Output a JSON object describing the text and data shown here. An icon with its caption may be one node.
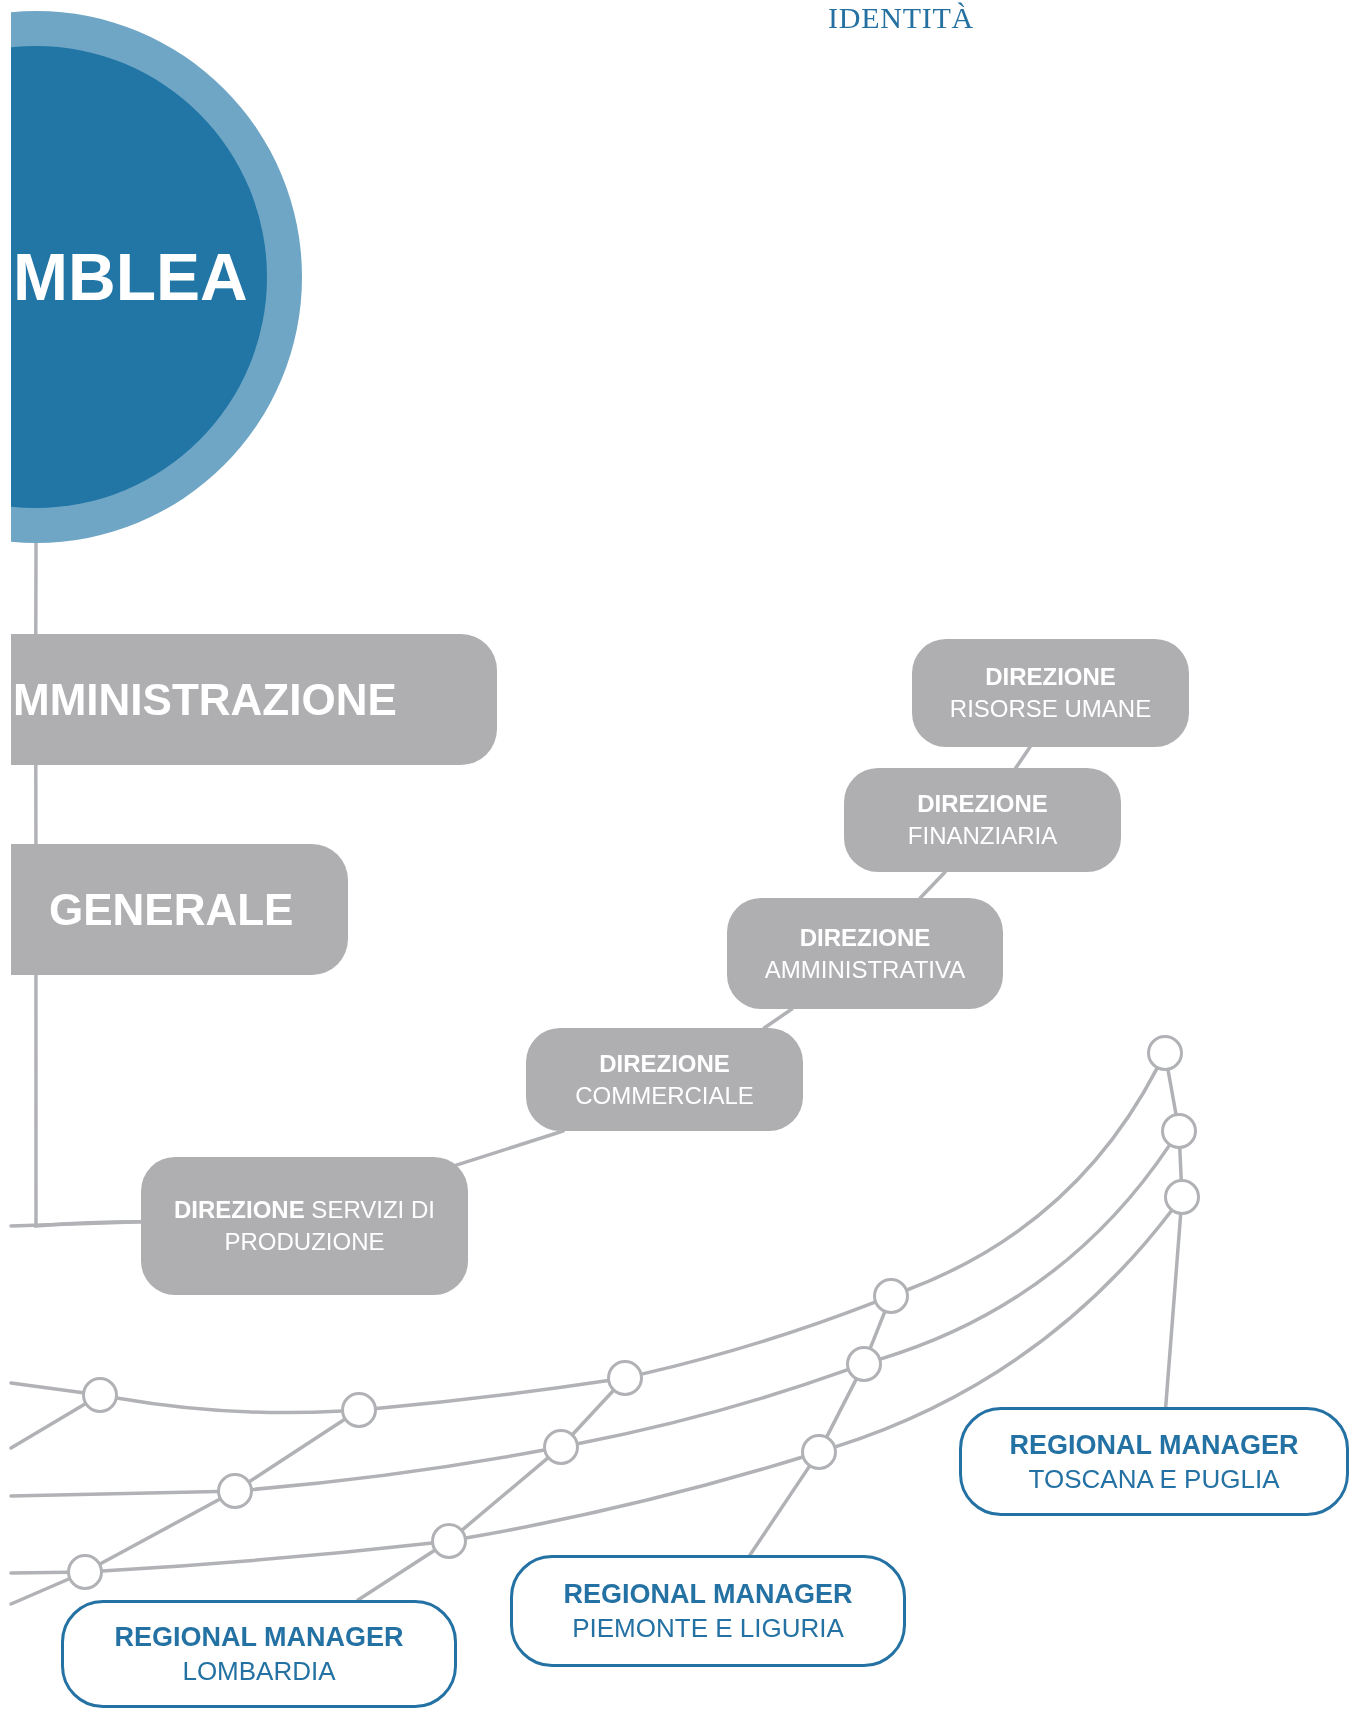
{
  "diagram": {
    "nodes": [
      {
        "text": [
          "MBLEA"
        ]
      },
      {
        "text": [
          "MMINISTRAZIONE"
        ]
      },
      {
        "text": [
          "GENERALE"
        ]
      },
      {
        "text": [
          "DIREZIONE",
          "RISORSE UMANE"
        ]
      },
      {
        "text": [
          "DIREZIONE",
          "FINANZIARIA"
        ]
      },
      {
        "text": [
          "DIREZIONE",
          "AMMINISTRATIVA"
        ]
      },
      {
        "text": [
          "DIREZIONE",
          "COMMERCIALE"
        ]
      },
      {
        "text": [
          "**DIREZIONE** SERVIZI DI PRODUZIONE"
        ]
      },
      {
        "text": [
          "REGIONAL MANAGER",
          "TOSCANA E PUGLIA"
        ]
      },
      {
        "text": [
          "REGIONAL MANAGER",
          "PIEMONTE E LIGURIA"
        ]
      },
      {
        "text": [
          "REGIONAL MANAGER",
          "LOMBARDIA"
        ]
      },
      {
        "text": [],
        "shape": "circle"
      },
      {
        "text": [],
        "shape": "circle"
      },
      {
        "text": [],
        "shape": "circle"
      },
      {
        "text": [],
        "shape": "circle"
      },
      {
        "text": [],
        "shape": "circle"
      },
      {
        "text": [],
        "shape": "circle"
      },
      {
        "text": [],
        "shape": "circle"
      },
      {
        "text": [],
        "shape": "circle"
      },
      {
        "text": [],
        "shape": "circle"
      },
      {
        "text": [],
        "shape": "circle"
      },
      {
        "text": [],
        "shape": "circle"
      },
      {
        "text": [],
        "shape": "circle"
      },
      {
        "text": [],
        "shape": "circle"
      }
    ],
    "edges": [
      {
        "from": 0,
        "to": 1,
        "arrow": "none"
      },
      {
        "from": 1,
        "to": 2,
        "arrow": "none"
      },
      {
        "from": 2,
        "to": 7,
        "arrow": "none"
      },
      {
        "from": null,
        "to": 7,
        "arrow": "none"
      },
      {
        "from": 7,
        "to": 6,
        "arrow": "none"
      },
      {
        "from": 6,
        "to": 5,
        "arrow": "none"
      },
      {
        "from": 5,
        "to": 4,
        "arrow": "none"
      },
      {
        "from": 4,
        "to": 3,
        "arrow": "none"
      },
      {
        "from": null,
        "to": 12,
        "arrow": "none"
      },
      {
        "from": 12,
        "to": 14,
        "arrow": "none"
      },
      {
        "from": 14,
        "to": 17,
        "arrow": "none"
      },
      {
        "from": 17,
        "to": 20,
        "arrow": "none"
      },
      {
        "from": 20,
        "to": 21,
        "arrow": "none"
      },
      {
        "from": null,
        "to": 13,
        "arrow": "none"
      },
      {
        "from": 13,
        "to": 16,
        "arrow": "none"
      },
      {
        "from": 16,
        "to": 19,
        "arrow": "none"
      },
      {
        "from": 19,
        "to": 22,
        "arrow": "none"
      },
      {
        "from": null,
        "to": 11,
        "arrow": "none"
      },
      {
        "from": 11,
        "to": 15,
        "arrow": "none"
      },
      {
        "from": 15,
        "to": 18,
        "arrow": "none"
      },
      {
        "from": 18,
        "to": 23,
        "arrow": "none"
      },
      {
        "from": null,
        "to": 12,
        "arrow": "none"
      },
      {
        "from": null,
        "to": 11,
        "arrow": "none"
      },
      {
        "from": 11,
        "to": 13,
        "arrow": "none"
      },
      {
        "from": 13,
        "to": 14,
        "arrow": "none"
      },
      {
        "from": 10,
        "to": 15,
        "arrow": "none"
      },
      {
        "from": 15,
        "to": 16,
        "arrow": "none"
      },
      {
        "from": 16,
        "to": 17,
        "arrow": "none"
      },
      {
        "from": 9,
        "to": 18,
        "arrow": "none"
      },
      {
        "from": 18,
        "to": 19,
        "arrow": "none"
      },
      {
        "from": 19,
        "to": 20,
        "arrow": "none"
      },
      {
        "from": 8,
        "to": 23,
        "arrow": "none"
      },
      {
        "from": 23,
        "to": 22,
        "arrow": "none"
      },
      {
        "from": 22,
        "to": 21,
        "arrow": "none"
      }
    ],
    "labels": [
      "IDENTITÀ"
    ]
  }
}
